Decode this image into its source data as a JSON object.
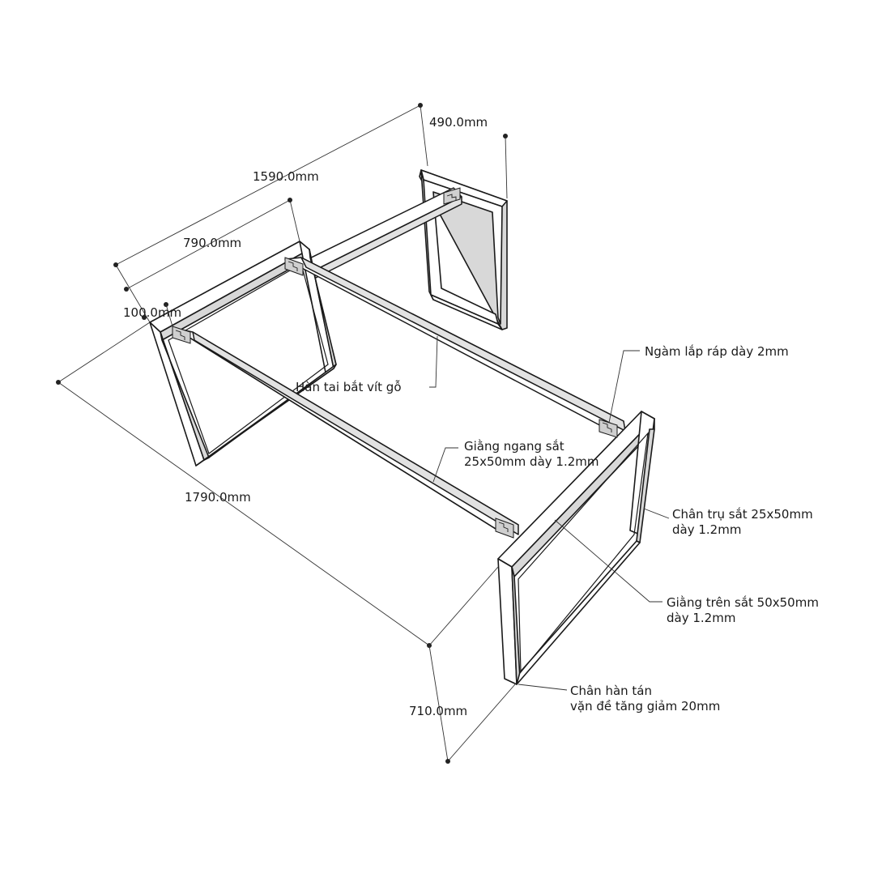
{
  "dimensions": {
    "total_length": "1790.0mm",
    "inner_length": "1590.0mm",
    "half_length": "790.0mm",
    "offset": "100.0mm",
    "top_depth": "490.0mm",
    "height": "710.0mm"
  },
  "annotations": {
    "wood_screw_tab": "Hàn tai bắt vít gỗ",
    "assembly_tenon": "Ngàm lắp ráp dày 2mm",
    "cross_brace_line1": "Giằng ngang sắt",
    "cross_brace_line2": "25x50mm dày 1.2mm",
    "leg_post_line1": "Chân trụ sắt 25x50mm",
    "leg_post_line2": "dày 1.2mm",
    "top_brace_line1": "Giằng trên sắt 50x50mm",
    "top_brace_line2": "dày 1.2mm",
    "foot_line1": "Chân hàn tán",
    "foot_line2": "vặn đề tăng giảm 20mm"
  },
  "colors": {
    "line": "#1a1a1a",
    "shade": "#d8d8d8",
    "background": "#ffffff"
  }
}
